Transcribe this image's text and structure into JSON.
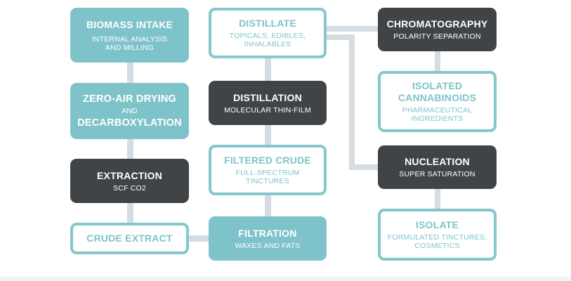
{
  "boxes": {
    "biomass_intake": {
      "title": "BIOMASS INTAKE",
      "sub1": "INTERNAL ANALYSIS",
      "sub2": "AND MILLING"
    },
    "zero_air_drying": {
      "title1": "ZERO-AIR DRYING",
      "mid": "AND",
      "title2": "DECARBOXYLATION"
    },
    "extraction": {
      "title": "EXTRACTION",
      "sub": "SCF CO2"
    },
    "crude_extract": {
      "title": "CRUDE EXTRACT"
    },
    "distillate": {
      "title": "DISTILLATE",
      "sub1": "TOPICALS, EDIBLES,",
      "sub2": "INHALABLES"
    },
    "distillation": {
      "title": "DISTILLATION",
      "sub": "MOLECULAR THIN-FILM"
    },
    "filtered_crude": {
      "title": "FILTERED CRUDE",
      "sub1": "FULL-SPECTRUM",
      "sub2": "TINCTURES"
    },
    "filtration": {
      "title": "FILTRATION",
      "sub": "WAXES AND FATS"
    },
    "chromatography": {
      "title": "CHROMATOGRAPHY",
      "sub": "POLARITY SEPARATION"
    },
    "isolated_cannabinoids": {
      "title1": "ISOLATED",
      "title2": "CANNABINOIDS",
      "sub1": "PHARMACEUTICAL",
      "sub2": "INGREDIENTS"
    },
    "nucleation": {
      "title": "NUCLEATION",
      "sub": "SUPER SATURATION"
    },
    "isolate": {
      "title": "ISOLATE",
      "sub1": "FORMULATED TINCTURES,",
      "sub2": "COSMETICS"
    }
  },
  "colors": {
    "teal": "#7fc3ca",
    "dark": "#414447",
    "outline": "#86c7cd",
    "connector": "#d5dde3"
  }
}
